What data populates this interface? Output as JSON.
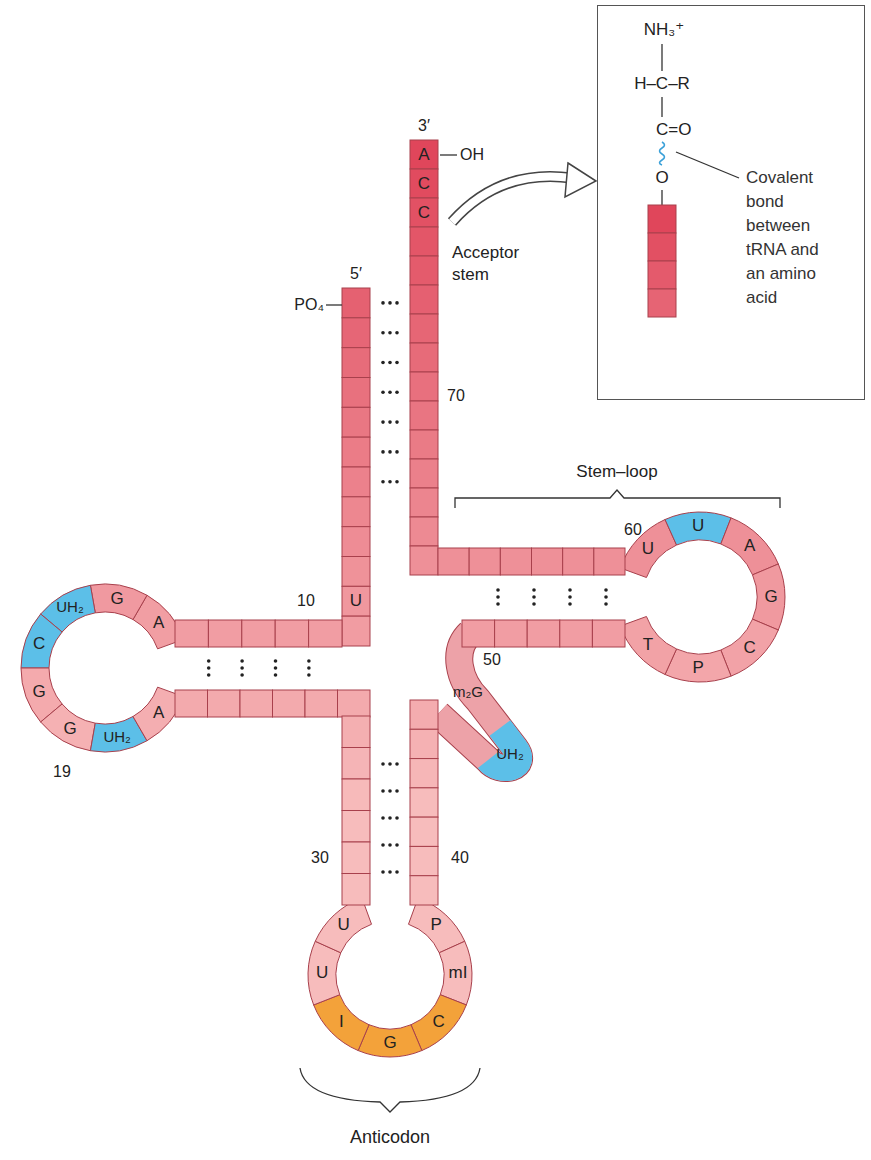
{
  "diagram": {
    "nodes": [
      {
        "text": [
          "Covalent bond between tRNA and an amino acid"
        ]
      }
    ],
    "labels": [
      "3′",
      "A",
      "OH",
      "C",
      "C",
      "Acceptor stem",
      "5′",
      "PO₄",
      "70",
      "U",
      "10",
      "Stem–loop",
      "60",
      "U",
      "U",
      "A",
      "G",
      "C",
      "P",
      "T",
      "50",
      "m₂G",
      "UH₂",
      "A",
      "G",
      "UH₂",
      "C",
      "G",
      "G",
      "UH₂",
      "A",
      "19",
      "30",
      "40",
      "U",
      "U",
      "I",
      "G",
      "C",
      "mI",
      "P",
      "Anticodon",
      "NH₃⁺",
      "H–C–R",
      "C=O",
      "O",
      "A",
      "C",
      "C"
    ]
  }
}
